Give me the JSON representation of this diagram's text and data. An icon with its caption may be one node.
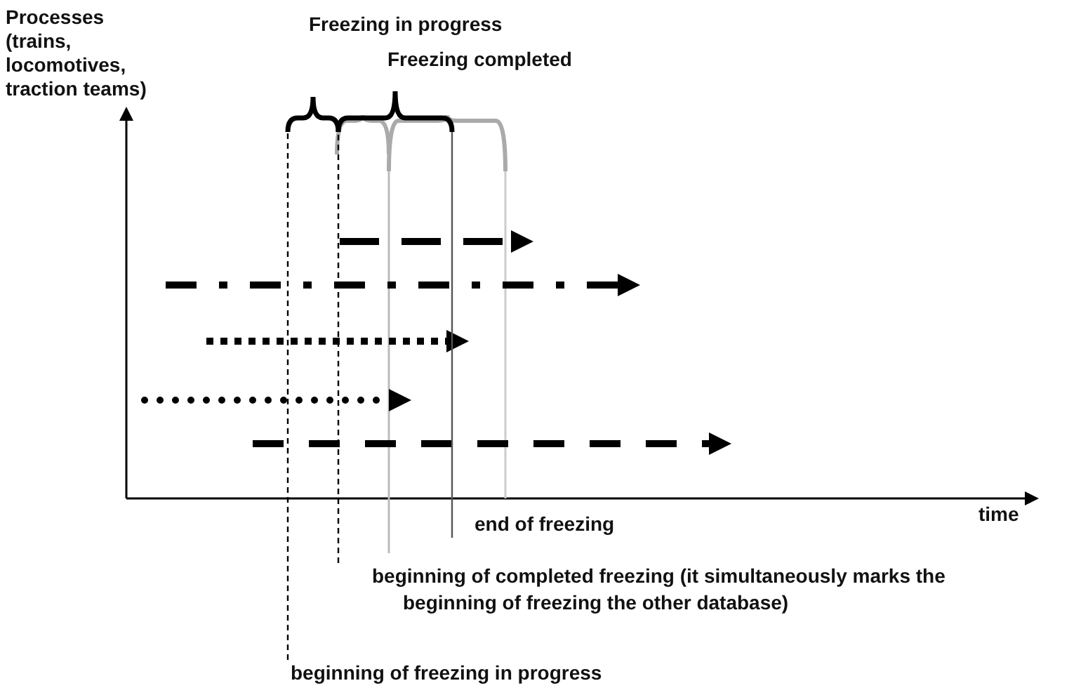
{
  "diagram": {
    "nodes": [
      {
        "text": [],
        "shape": "brace"
      },
      {
        "text": [],
        "shape": "brace"
      },
      {
        "text": [
          "end of freezing"
        ]
      },
      {
        "text": [
          "beginning of completed freezing  (it simultaneously marks the beginning of freezing the other database)"
        ]
      },
      {
        "text": [
          "beginning of freezing in progress"
        ]
      }
    ],
    "edges": [
      {
        "from": 2,
        "to": 1,
        "arrow": "none"
      },
      {
        "from": 3,
        "to": 1,
        "arrow": "none",
        "style": "dashed"
      },
      {
        "from": 4,
        "to": 0,
        "arrow": "none",
        "style": "dashed"
      }
    ],
    "labels": [
      "Processes (trains, locomotives, traction teams)",
      "Freezing in progress",
      "Freezing completed",
      "time"
    ]
  }
}
